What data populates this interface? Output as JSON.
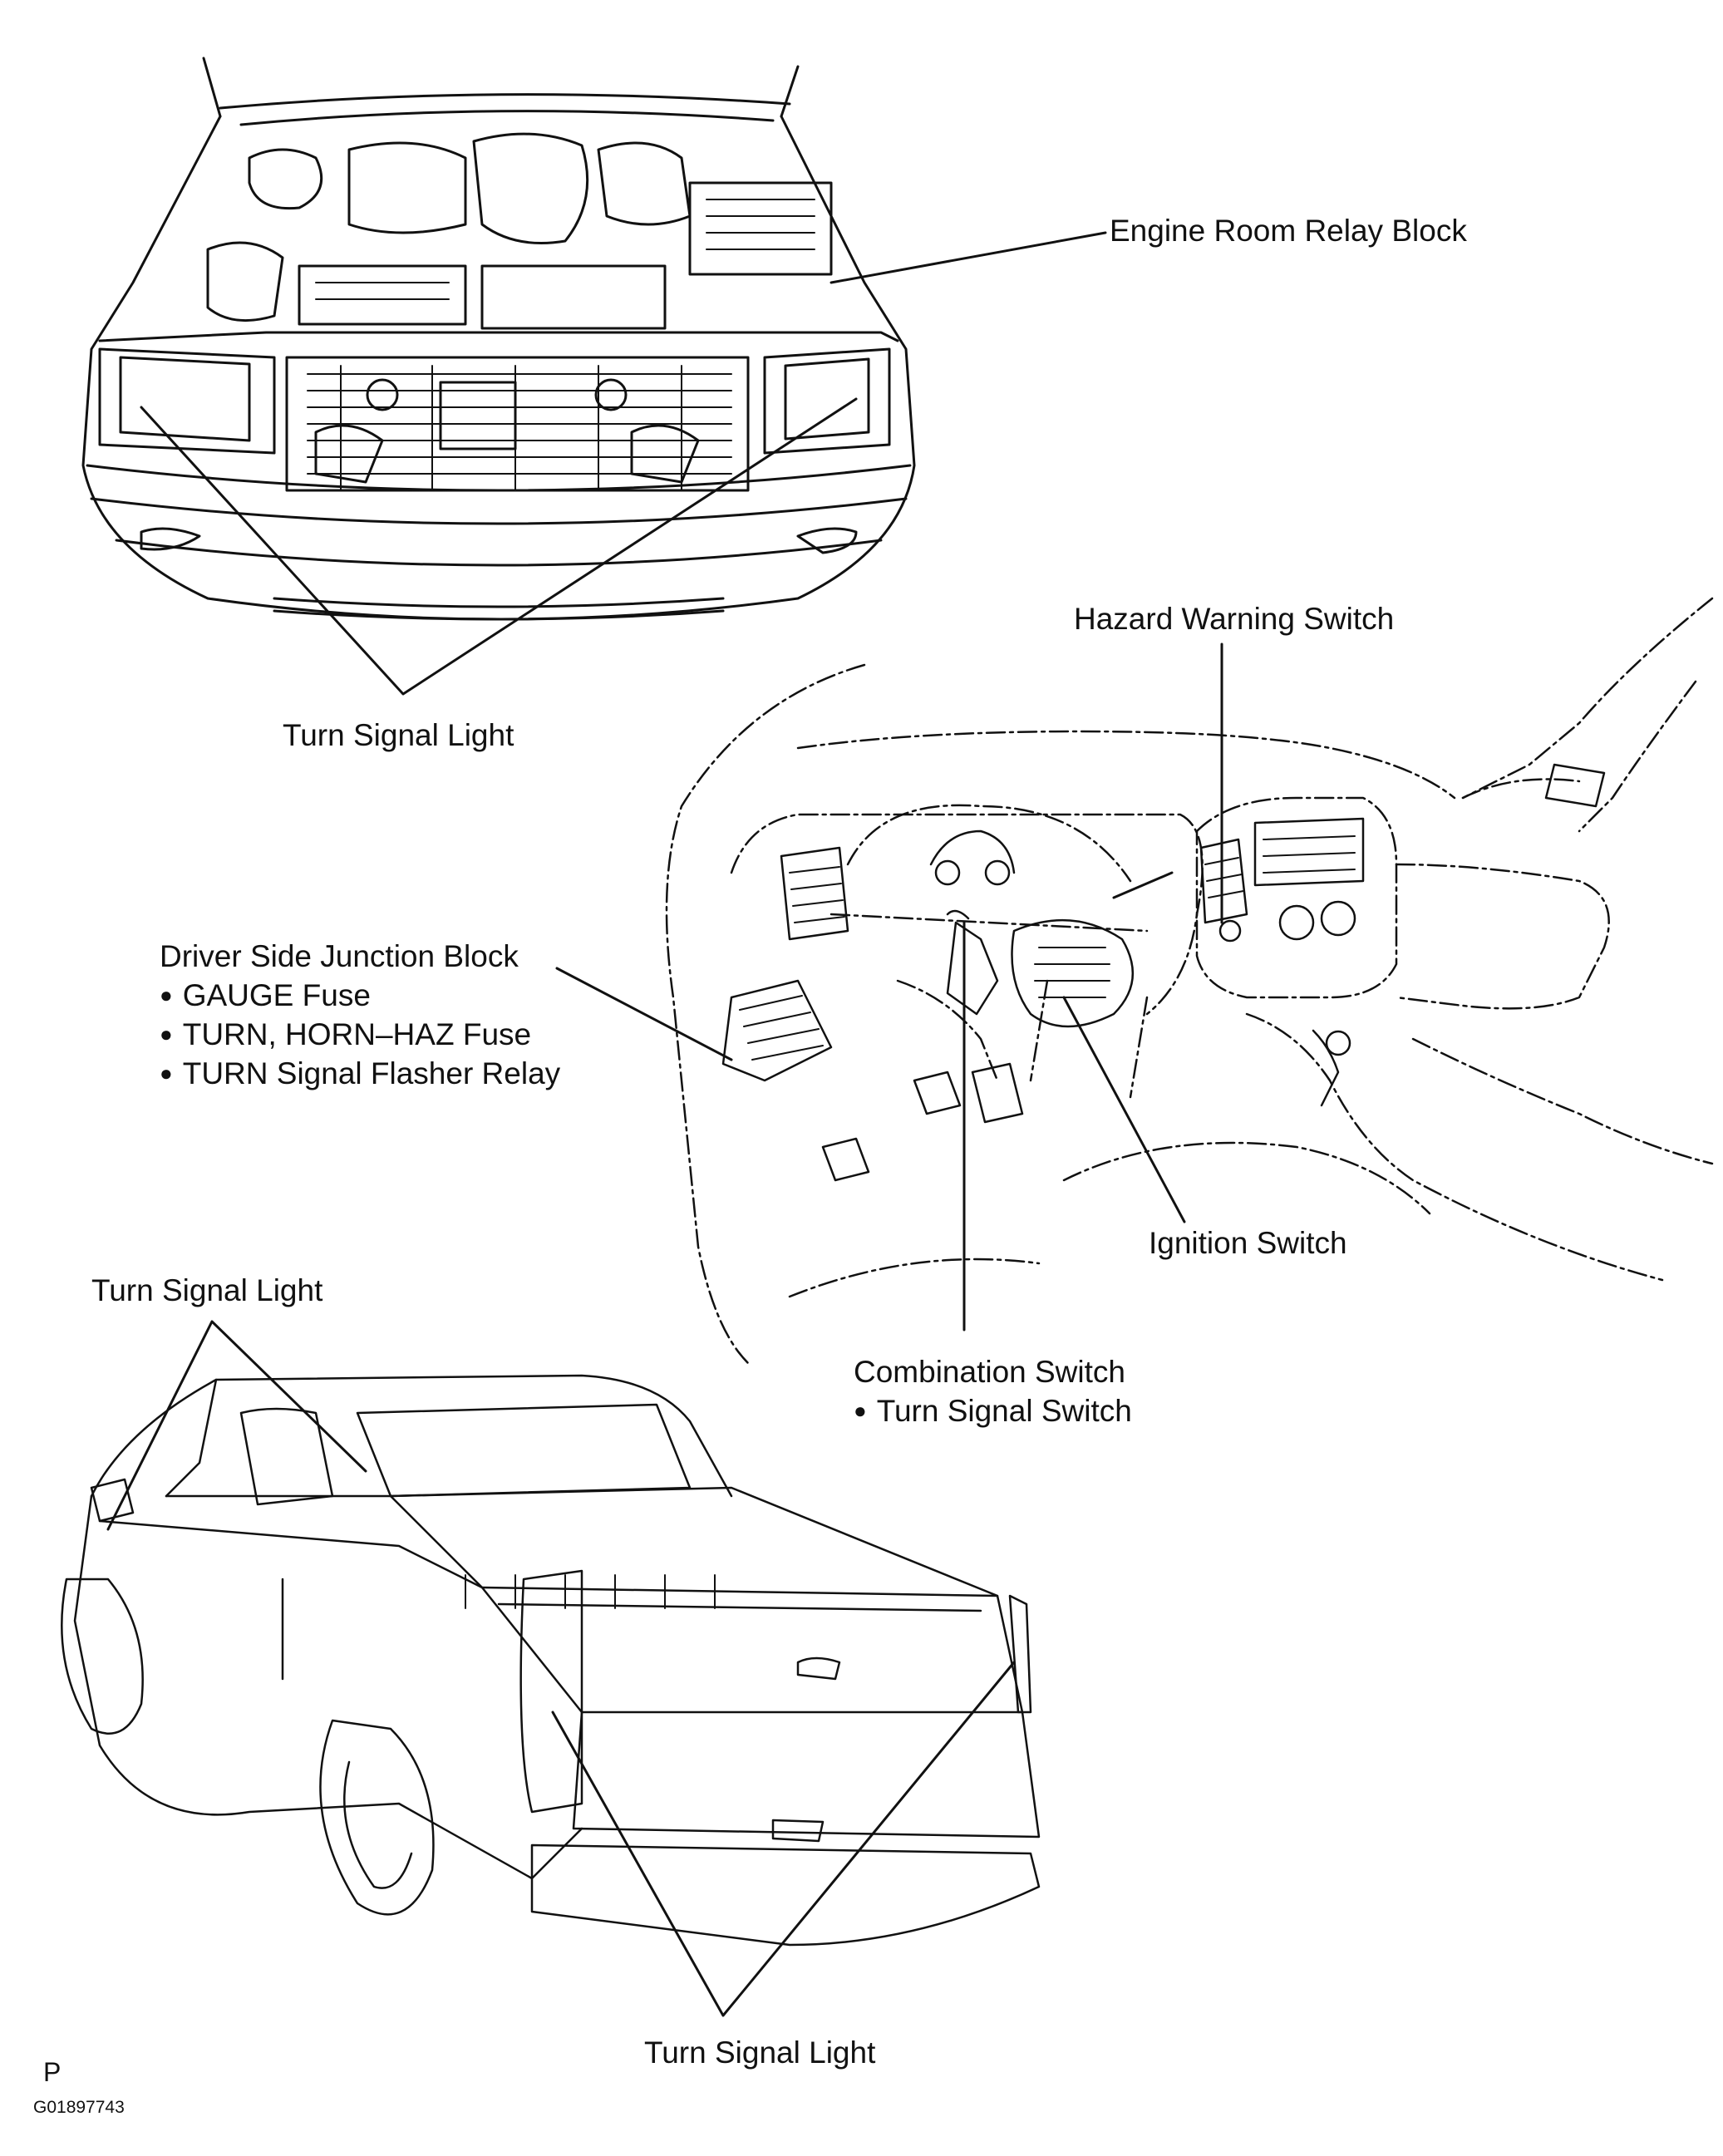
{
  "labels": {
    "engine_room_relay_block": "Engine Room Relay Block",
    "turn_signal_light_front": "Turn Signal Light",
    "hazard_warning_switch": "Hazard Warning Switch",
    "driver_side_junction_block": "Driver Side Junction Block",
    "gauge_fuse": "GAUGE Fuse",
    "turn_horn_haz_fuse": "TURN, HORN–HAZ Fuse",
    "turn_signal_flasher_relay": "TURN Signal Flasher Relay",
    "ignition_switch": "Ignition Switch",
    "turn_signal_light_side": "Turn Signal Light",
    "combination_switch": "Combination Switch",
    "turn_signal_switch": "Turn Signal Switch",
    "turn_signal_light_rear": "Turn Signal Light"
  },
  "footer": {
    "section_letter": "P",
    "figure_id": "G01897743"
  },
  "colors": {
    "line": "#111111",
    "background": "#ffffff"
  }
}
